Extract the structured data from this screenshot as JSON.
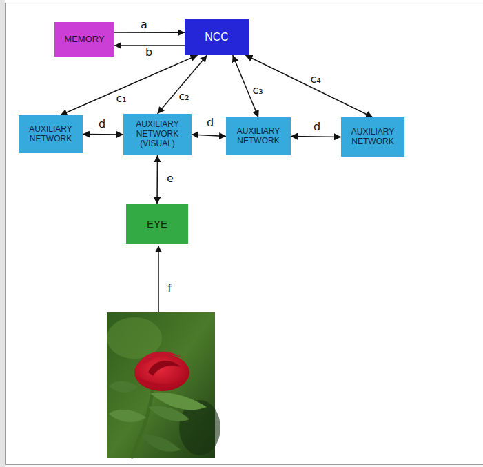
{
  "diagram": {
    "nodes": [
      {
        "text": [
          "MEMORY"
        ]
      },
      {
        "text": [
          "NCC"
        ]
      },
      {
        "text": [
          "AUXILIARY NETWORK"
        ]
      },
      {
        "text": [
          "AUXILIARY NETWORK (VISUAL)"
        ]
      },
      {
        "text": [
          "AUXILIARY NETWORK"
        ]
      },
      {
        "text": [
          "AUXILIARY NETWORK"
        ]
      },
      {
        "text": [
          "EYE"
        ]
      }
    ],
    "edges": [
      {
        "from": 0,
        "to": 1,
        "label": "a",
        "arrow": "to"
      },
      {
        "from": 1,
        "to": 0,
        "label": "b",
        "arrow": "to"
      },
      {
        "from": 1,
        "to": 2,
        "label": "c₁",
        "arrow": "both"
      },
      {
        "from": 1,
        "to": 3,
        "label": "c₂",
        "arrow": "both"
      },
      {
        "from": 1,
        "to": 4,
        "label": "c₃",
        "arrow": "both"
      },
      {
        "from": 1,
        "to": 5,
        "label": "c₄",
        "arrow": "both"
      },
      {
        "from": 2,
        "to": 3,
        "label": "d",
        "arrow": "both"
      },
      {
        "from": 3,
        "to": 4,
        "label": "d",
        "arrow": "both"
      },
      {
        "from": 4,
        "to": 5,
        "label": "d",
        "arrow": "both"
      },
      {
        "from": 3,
        "to": 6,
        "label": "e",
        "arrow": "both"
      }
    ],
    "labels": [
      "f"
    ]
  }
}
